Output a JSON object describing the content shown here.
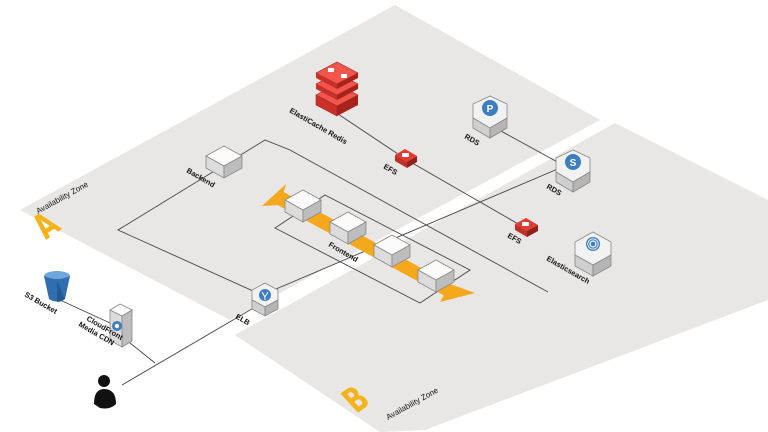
{
  "zones": {
    "a": {
      "label": "Availability Zone",
      "letter": "A"
    },
    "b": {
      "label": "Availability Zone",
      "letter": "B"
    }
  },
  "nodes": {
    "backend": "Backend",
    "frontend": "Frontend",
    "elb": "ELB",
    "redis": "ElastiCache Redis",
    "efs_a": "EFS",
    "efs_b": "EFS",
    "rds_a": "RDS",
    "rds_b": "RDS",
    "elasticsearch": "Elasticsearch",
    "s3": "S3 Bucket",
    "cloudfront_line1": "CloudFront",
    "cloudfront_line2": "Media CDN"
  },
  "icons": {
    "rds_a_glyph": "P",
    "rds_b_glyph": "S"
  },
  "colors": {
    "zone_fill": "#e8e7e6",
    "accent_orange": "#f5a81c",
    "redis_red": "#e43a30",
    "s3_blue": "#3d7ec0"
  }
}
